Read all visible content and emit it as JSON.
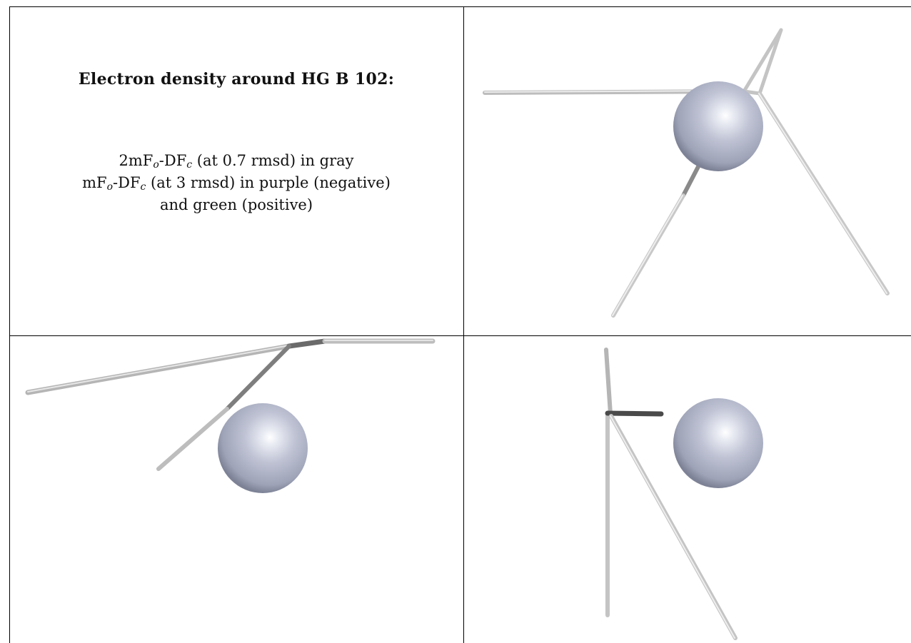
{
  "caption": {
    "title": "Electron density around HG B 102:",
    "line1": {
      "pre": "2mF",
      "sub1": "o",
      "mid": "-DF",
      "sub2": "c",
      "post": " (at 0.7 rmsd) in gray"
    },
    "line2": {
      "pre": "mF",
      "sub1": "o",
      "mid": "-DF",
      "sub2": "c",
      "post": " (at 3 rmsd) in purple (negative)"
    },
    "line3": "and green (positive)"
  },
  "colors": {
    "atom_fill": "#b8bccd",
    "atom_highlight": "#ffffff",
    "bond_light": "#d0d0d0",
    "bond_dark": "#555555",
    "border": "#000000"
  },
  "views": [
    {
      "name": "view-top-right"
    },
    {
      "name": "view-bottom-left"
    },
    {
      "name": "view-bottom-right"
    }
  ]
}
